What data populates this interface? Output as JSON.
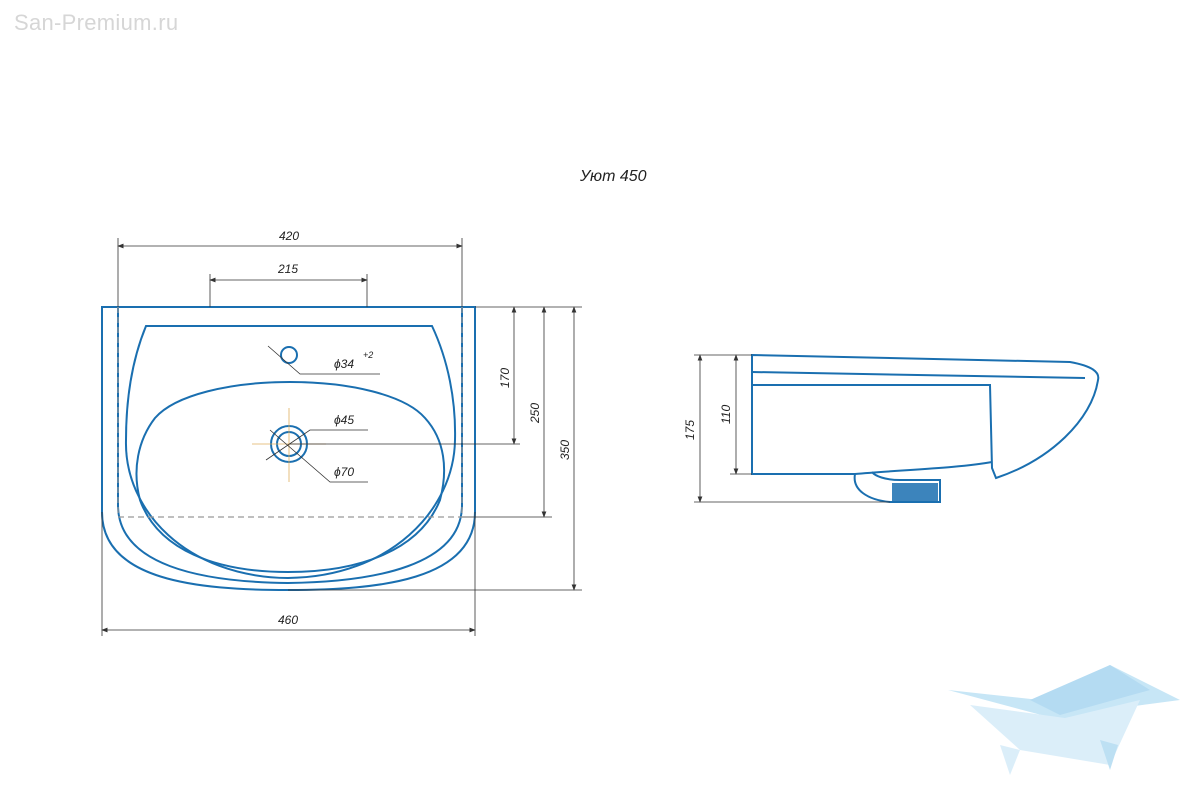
{
  "watermark": "San-Premium.ru",
  "title": "Уют 450",
  "front_view": {
    "width_top": "420",
    "holes_distance": "215",
    "depth_170": "170",
    "depth_250": "250",
    "depth_350": "350",
    "width_bottom": "460",
    "faucet_hole": "ϕ34",
    "faucet_tol": "+2",
    "drain_inner": "ϕ45",
    "drain_outer": "ϕ70"
  },
  "side_view": {
    "height_total": "175",
    "height_bowl": "110"
  },
  "colors": {
    "outline": "#1a6fb0",
    "dimension": "#333333",
    "logo": "#a8d6f0"
  },
  "icons": {
    "logo": "bath-logo-icon"
  }
}
